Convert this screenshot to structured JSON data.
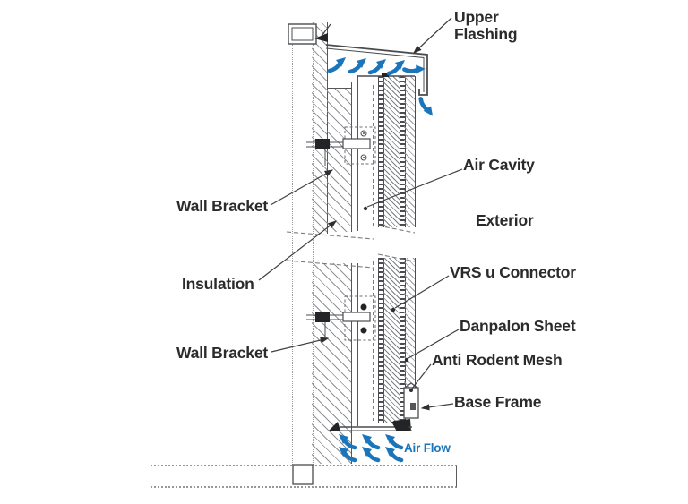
{
  "diagram": {
    "type": "architectural-section-detail",
    "labels": {
      "upper_flashing": "Upper Flashing",
      "air_cavity": "Air Cavity",
      "exterior": "Exterior",
      "vrs_connector": "VRS u Connector",
      "danpalon_sheet": "Danpalon Sheet",
      "anti_rodent_mesh": "Anti Rodent Mesh",
      "base_frame": "Base Frame",
      "wall_bracket_upper": "Wall Bracket",
      "insulation": "Insulation",
      "wall_bracket_lower": "Wall Bracket",
      "air_flow": "Air Flow"
    },
    "colors": {
      "line": "#4b4c4f",
      "hatch": "#8f9195",
      "airflow_blue": "#1b75bb",
      "text": "#2b2b2d",
      "background": "#ffffff"
    },
    "icons": {
      "airflow_arrow": "curved-swoosh-arrow"
    }
  }
}
